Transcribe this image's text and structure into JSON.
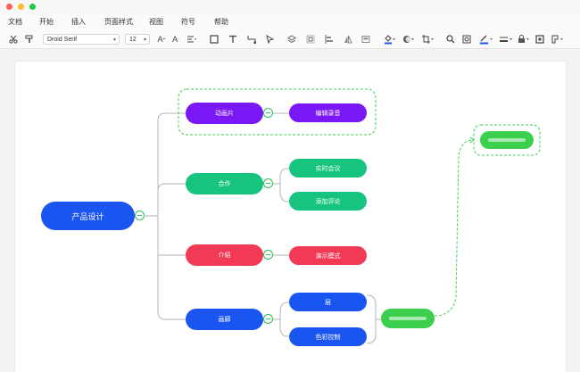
{
  "window": {
    "traffic_lights": [
      "#ff5f57",
      "#febc2e",
      "#28c840"
    ]
  },
  "menubar": {
    "items": [
      "文档",
      "开始",
      "插入",
      "页面样式",
      "视图",
      "符号",
      "帮助"
    ]
  },
  "toolbar": {
    "font_family_value": "Droid Serif",
    "font_size_value": "12",
    "icons": [
      "scissors-icon",
      "format-painter-icon",
      "font-grow-icon",
      "font-shrink-icon",
      "align-icon",
      "rectangle-icon",
      "text-icon",
      "connector-icon",
      "pointer-icon",
      "layers-icon",
      "group-icon",
      "align-left-icon",
      "flip-icon",
      "image-icon",
      "fill-color-icon",
      "shape-style-icon",
      "crop-icon",
      "search-icon",
      "find-replace-icon",
      "line-color-icon",
      "line-style-icon",
      "lock-icon",
      "frame-icon",
      "more-icon"
    ]
  },
  "mindmap": {
    "root": {
      "label": "产品设计",
      "color": "#1a55f2"
    },
    "branches": [
      {
        "label": "动画片",
        "color": "#7a17f5",
        "children": [
          "编辑录音"
        ]
      },
      {
        "label": "合作",
        "color": "#16c37f",
        "children": [
          "实时会议",
          "添加评论"
        ]
      },
      {
        "label": "介绍",
        "color": "#f23a56",
        "children": [
          "演示模式"
        ]
      },
      {
        "label": "画廊",
        "color": "#1a55f2",
        "children": [
          "层",
          "色彩控制"
        ]
      }
    ],
    "summary_color": "#3ccf4e",
    "line_color": "#b5b5b5",
    "dashed_color": "#3ccf4e"
  }
}
